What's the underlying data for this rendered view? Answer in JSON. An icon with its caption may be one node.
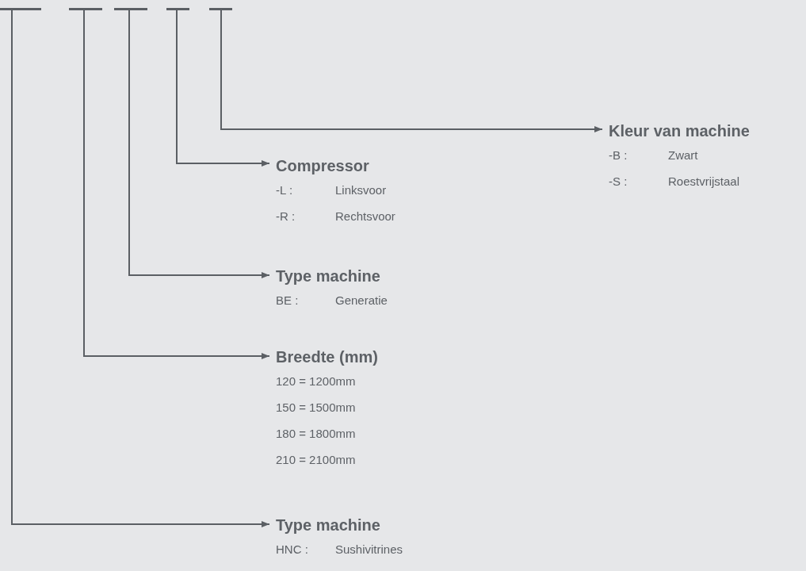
{
  "diagram": {
    "nodes": [
      {
        "text": [],
        "shape": "bar"
      },
      {
        "text": [],
        "shape": "bar"
      },
      {
        "text": [],
        "shape": "bar"
      },
      {
        "text": [],
        "shape": "bar"
      },
      {
        "text": [],
        "shape": "bar"
      },
      {
        "text": [
          "Kleur van machine",
          "-B :",
          "Zwart",
          "-S :",
          "Roestvrijstaal"
        ]
      },
      {
        "text": [
          "Compressor",
          "-L :",
          "Linksvoor",
          "-R :",
          "Rechtsvoor"
        ]
      },
      {
        "text": [
          "Type machine",
          "BE :",
          "Generatie"
        ]
      },
      {
        "text": [
          "Breedte (mm)",
          "120 = 1200mm",
          "150 = 1500mm",
          "180 = 1800mm",
          "210 = 2100mm"
        ]
      },
      {
        "text": [
          "Type machine",
          "HNC :",
          "Sushivitrines"
        ]
      }
    ],
    "edges": [
      {
        "from": 4,
        "to": 5,
        "arrow": "to"
      },
      {
        "from": 3,
        "to": 6,
        "arrow": "to"
      },
      {
        "from": 2,
        "to": 7,
        "arrow": "to"
      },
      {
        "from": 1,
        "to": 8,
        "arrow": "to"
      },
      {
        "from": 0,
        "to": 9,
        "arrow": "to"
      }
    ]
  }
}
